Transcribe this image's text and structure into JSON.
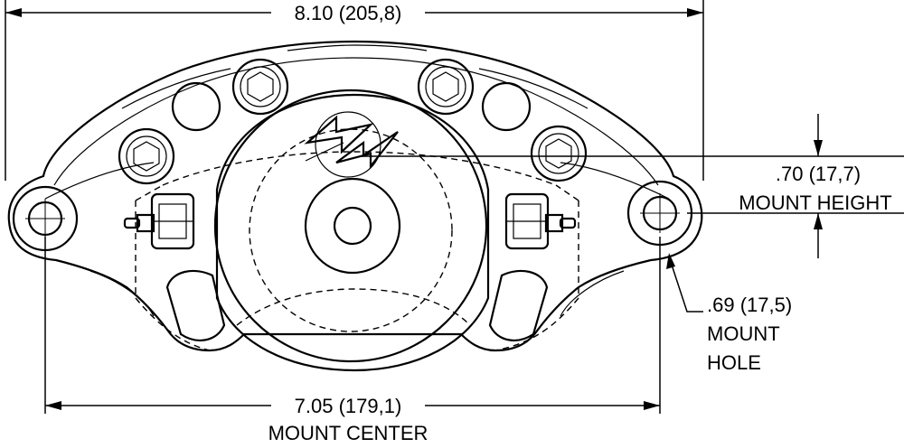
{
  "dimensions": {
    "overall_width": "8.10 (205,8)",
    "mount_height_value": ".70 (17,7)",
    "mount_height_label": "MOUNT HEIGHT",
    "mount_hole_value": ".69 (17,5)",
    "mount_hole_label_1": "MOUNT",
    "mount_hole_label_2": "HOLE",
    "mount_center_value": "7.05 (179,1)",
    "mount_center_label": "MOUNT CENTER"
  }
}
